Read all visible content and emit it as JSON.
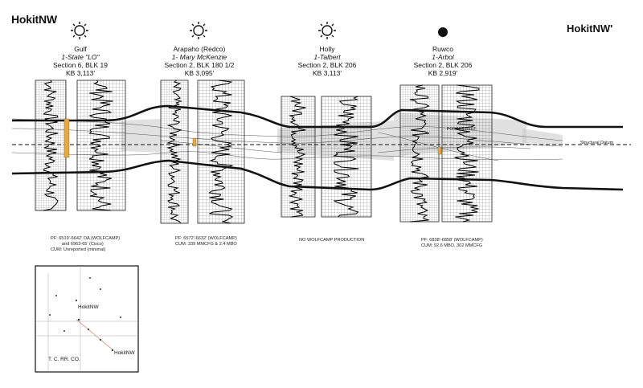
{
  "diagram": {
    "title_left": "HokitNW",
    "title_right": "HokitNW'",
    "datum_label": "Structural Datum",
    "wells": [
      {
        "symbol": "sun",
        "operator": "Gulf",
        "name": "1-State \"LO\"",
        "location": "Section 6, BLK 19",
        "kb": "KB 3,113'",
        "production": [
          "PF: 6519'-6642' OA (WOLFCAMP)",
          "and 6963-65' (Cisco)",
          "CUM:  Unreported (minimal)"
        ]
      },
      {
        "symbol": "sun",
        "operator": "Arapaho (Redco)",
        "name": "1- Mary McKenzie",
        "location": "Section 2, BLK 180 1/2",
        "kb": "KB 3,095'",
        "production": [
          "PF: 6572'-6632' (WOLFCAMP)",
          "CUM: 339 MMCFG & 2.4 MBO"
        ]
      },
      {
        "symbol": "sun",
        "operator": "Holly",
        "name": "1-Talbert",
        "location": "Section 2, BLK 206",
        "kb": "KB 3,113'",
        "production": [
          "NO WOLFCAMP PRODUCTION"
        ]
      },
      {
        "symbol": "dot",
        "operator": "Ruwco",
        "name": "1-Arbol",
        "location": "Section 2, BLK 206",
        "kb": "KB 2,919'",
        "production": [
          "PF: 6838'-6858' (WOLFCAMP)",
          "CUM: 92.6 MBO, 302 MMCFG"
        ]
      }
    ],
    "reef_labels": [
      "POROUS REEF"
    ],
    "colors": {
      "ink": "#111111",
      "perforation": "#e8a93a",
      "reef": "#bdbdbd"
    },
    "map": {
      "labels": [
        "HokitNW",
        "HokitNW",
        "T. C. RR. CO."
      ]
    }
  }
}
